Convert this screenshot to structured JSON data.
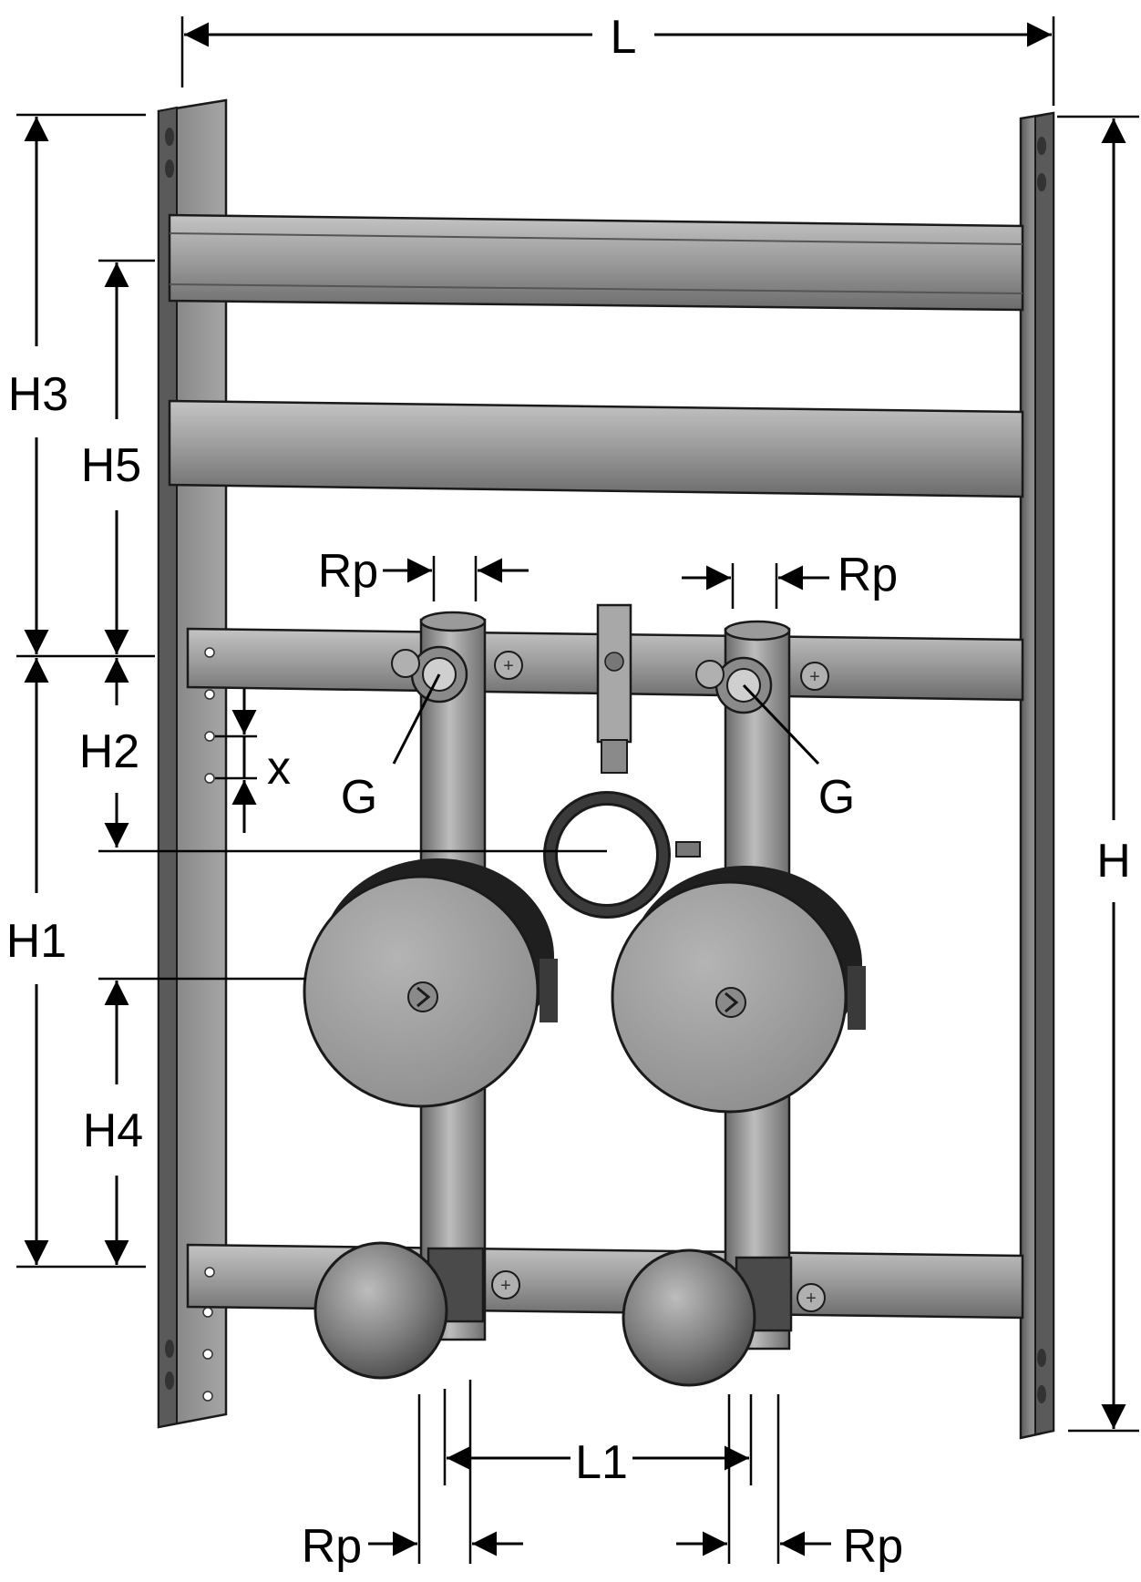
{
  "labels": {
    "L": "L",
    "H": "H",
    "H1": "H1",
    "H2": "H2",
    "H3": "H3",
    "H4": "H4",
    "H5": "H5",
    "x": "x",
    "G_left": "G",
    "G_right": "G",
    "Rp_top_left": "Rp",
    "Rp_top_right": "Rp",
    "Rp_bottom_left": "Rp",
    "Rp_bottom_right": "Rp",
    "L1": "L1"
  },
  "colors": {
    "frame": "#8e8e8e",
    "frame_dark": "#555555",
    "frame_light": "#b8b8b8",
    "outline": "#1a1a1a",
    "background": "#ffffff"
  }
}
